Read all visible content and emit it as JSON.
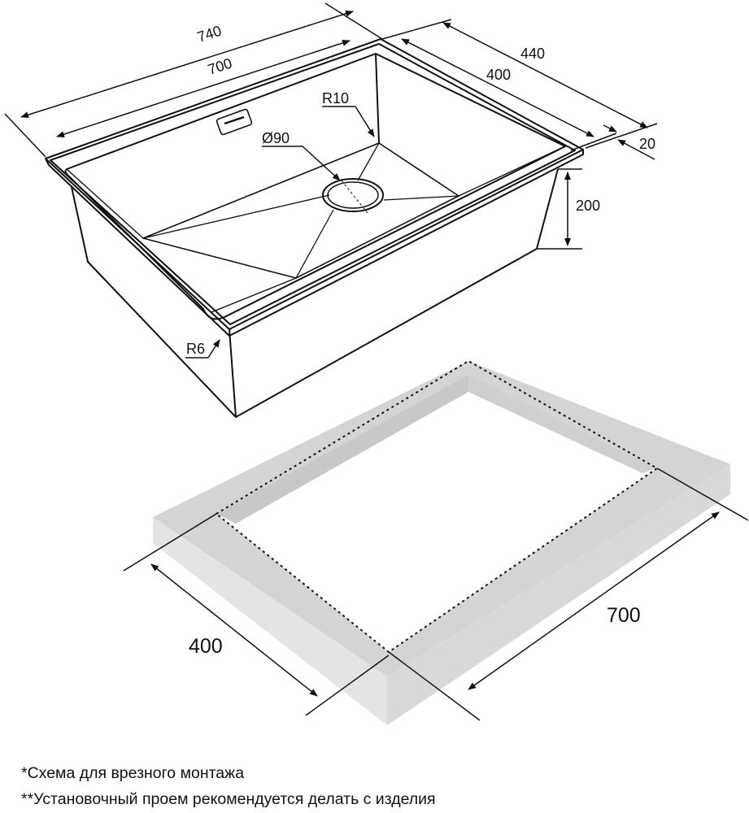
{
  "dimensions": {
    "outer_length": "740",
    "inner_length": "700",
    "outer_width": "440",
    "inner_width": "400",
    "rim": "20",
    "depth": "200",
    "corner_radius_bowl": "R10",
    "corner_radius_rim": "R6",
    "drain": "Ø90",
    "cutout_length": "700",
    "cutout_width": "400"
  },
  "notes": {
    "line1": "*Схема для врезного монтажа",
    "line2": "**Установочный проем рекомендуется делать с изделия"
  },
  "colors": {
    "line": "#111111",
    "countertop_top": "#d4d4d4",
    "countertop_side": "#e4e4e4"
  }
}
